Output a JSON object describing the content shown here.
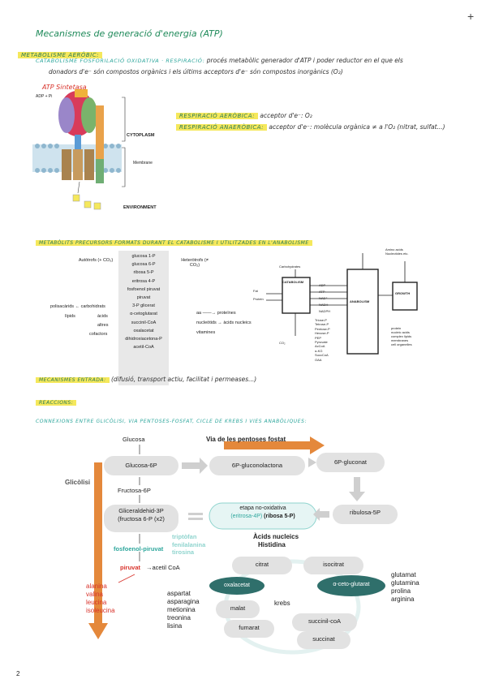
{
  "page": {
    "title": "Mecanismes de generació d'energia (ATP)",
    "page_number": "2",
    "plus_icon": "+"
  },
  "section1": {
    "heading": "METABOLISME AERÒBIC:",
    "line1_label": "CATABOLISME FOSFORILACIÓ OXIDATIVA · RESPIRACIÓ:",
    "line1_text": "procés metabòlic generador d'ATP i poder reductor en el que els",
    "line2_text": "donadors d'e⁻ són compostos orgànics i els últims acceptors d'e⁻ són compostos inorgànics (O₂)",
    "atp_synthase_label": "ATP Sintetasa",
    "adp_label": "ADP + Pi",
    "cytoplasm_label": "CYTOPLASM",
    "membrane_label": "Membrane",
    "environment_label": "ENVIRONMENT",
    "resp_aerobic_label": "RESPIRACIÓ AERÒBICA:",
    "resp_aerobic_text": "acceptor d'e⁻: O₂",
    "resp_anaerobic_label": "RESPIRACIÓ ANAERÒBICA:",
    "resp_anaerobic_text": "acceptor d'e⁻: molècula orgànica ≠ a l'O₂ (nitrat, sulfat...)"
  },
  "section2": {
    "heading": "METABÒLITS PRECURSORS FORMATS DURANT EL CATABOLISME I UTILITZADES EN L'ANABOLISME",
    "autotrofs": "Autòtrofs (+ CO₂)",
    "heterotrofs": "Heteròtrofs (≠ CO₂)",
    "precursors": [
      "glucosa 1-P",
      "glucosa 6-P",
      "ribosa 5-P",
      "eritrosa 4-P",
      "fosfoenol piruvat",
      "piruvat",
      "3-P glicerat",
      "α-cetoglutarat",
      "succinil-CoA",
      "oxalacetat",
      "dihidroxiacetona-P",
      "acetil-CoA"
    ],
    "left_products": [
      "polisacàrids",
      "lípids",
      "àcids",
      "altres",
      "cofactors"
    ],
    "left_carbo": "carbohidrats",
    "right_products": [
      "aa",
      "nucleòtids",
      "vitamines"
    ],
    "right_targets": [
      "proteïnes",
      "àcids nucleics"
    ],
    "diagram2": {
      "catabolism": "CATABOLISM",
      "anabolism": "ANABOLISM",
      "growth": "GROWTH",
      "carbohydrates": "Carbohydrates",
      "fat": "Fat",
      "protein": "Protein",
      "co2": "CO₂",
      "cofactors": [
        "ADP",
        "ATP",
        "NAD⁺",
        "NADH",
        "NADPH"
      ],
      "metabolites": [
        "Triose-P",
        "Tetrose-P",
        "Pentose-P",
        "Hexose-P",
        "PEP",
        "Pyruvate",
        "AcCoA",
        "α-KG",
        "SuccCoA",
        "OAA"
      ],
      "aminos": "Amino acids Nucleotides etc.",
      "growth_out": [
        "protein",
        "nucleic acids",
        "complex lipids",
        "membranes",
        "cell organelles"
      ]
    }
  },
  "section3": {
    "line1_label": "MECANISMES ENTRADA:",
    "line1_text": "(difusió, transport actiu, facilitat i permeases...)",
    "line2_label": "REACCIONS:"
  },
  "section4": {
    "heading": "CONNEXIONS ENTRE GLICÒLISI, VIA PENTOSES-FOSFAT, CICLE DE KREBS I VIES ANABÒLIQUES:",
    "glucosa": "Glucosa",
    "glucosa6p": "Glucosa-6P",
    "fructosa6p": "Fructosa-6P",
    "gliceraldehid": "Gliceraldehid-3P",
    "fructosa_x2": "(fructosa 6-P (x2)",
    "fosfoenol": "fosfoenol-piruvat",
    "piruvat": "piruvat",
    "acetil": "→acetil CoA",
    "glicolisi": "Glicòlisi",
    "via_pentoses": "Via de les pentoses fostat",
    "gluconolactona": "6P-gluconolactona",
    "gluconat": "6P-gluconat",
    "ribulosa": "ribulosa-5P",
    "etapa": "etapa no-oxidativa",
    "eritrosa": "(eritrosa-4P)",
    "ribosa": "(ribosa 5-P)",
    "aromatics": [
      "triptòfan",
      "fenilalanina",
      "tirosina"
    ],
    "acids_nucleics": "Àcids nucleics",
    "histidina": "Histidina",
    "red_aa": [
      "alanina",
      "valina",
      "leucina",
      "isoleucina"
    ],
    "oxal_aa": [
      "aspartat",
      "asparagina",
      "metionina",
      "treonina",
      "lisina"
    ],
    "akg_aa": [
      "glutamat",
      "glutamina",
      "prolina",
      "arginina"
    ],
    "citrat": "citrat",
    "isocitrat": "isocitrat",
    "oxalacetat": "oxalacetat",
    "aceto": "α-ceto-glutarat",
    "malat": "malat",
    "krebs": "krebs",
    "fumarat": "fumarat",
    "succinil": "succinil-coA",
    "succinat": "succinat"
  },
  "colors": {
    "teal": "#2fa79d",
    "dark_teal": "#2f6f6b",
    "orange": "#e4883b",
    "red": "#d8322a",
    "highlight": "#f5e85c"
  }
}
